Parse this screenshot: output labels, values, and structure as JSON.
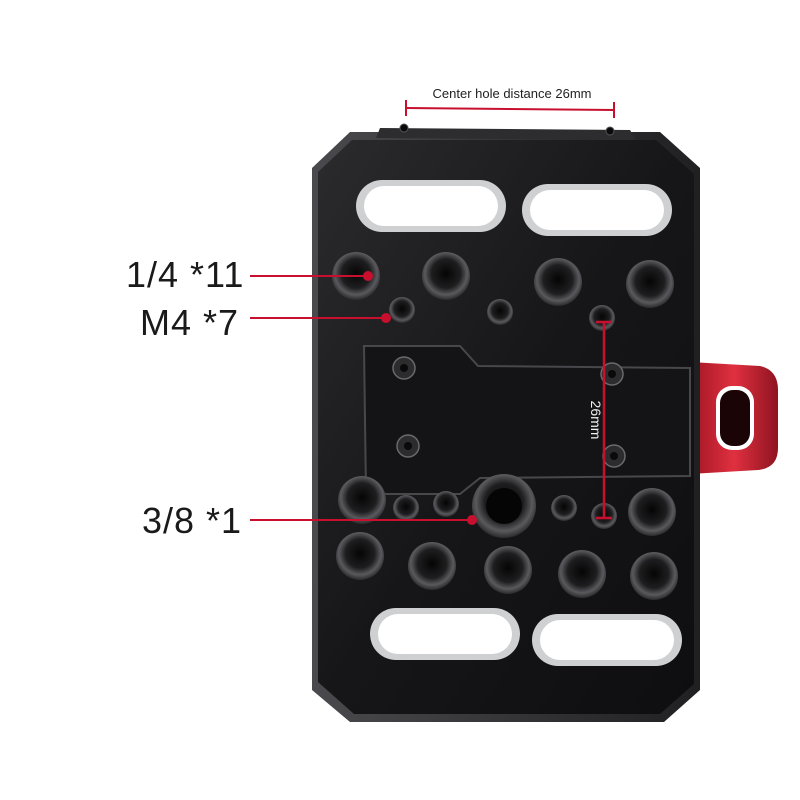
{
  "labels": {
    "quarter_inch": "1/4 *11",
    "m4": "M4 *7",
    "three_eighths": "3/8  *1",
    "center_distance": "Center hole distance 26mm",
    "vertical_distance": "26mm"
  },
  "colors": {
    "plate_body": "#1c1c1e",
    "plate_edge": "#3a3a3d",
    "accent_red": "#d62b3a",
    "callout_line": "#c8102e",
    "background": "#ffffff"
  }
}
